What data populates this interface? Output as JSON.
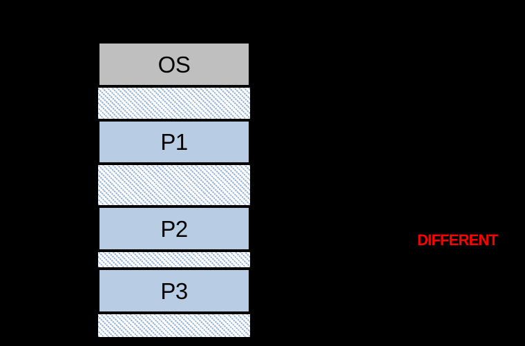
{
  "diagram": {
    "blocks": [
      {
        "label": "OS",
        "type": "os-block"
      },
      {
        "label": "",
        "type": "free-hole"
      },
      {
        "label": "P1",
        "type": "process-block"
      },
      {
        "label": "",
        "type": "free-hole"
      },
      {
        "label": "P2",
        "type": "process-block"
      },
      {
        "label": "",
        "type": "free-hole"
      },
      {
        "label": "P3",
        "type": "process-block"
      },
      {
        "label": "",
        "type": "free-hole"
      }
    ]
  },
  "annotation": {
    "label": "DIFFERENT"
  },
  "colors": {
    "background": "#000000",
    "os_fill": "#BFBFBF",
    "process_fill": "#B8CCE4",
    "hatch_foreground": "#95B3D7",
    "hatch_background": "#FFFFFF",
    "border": "#000000",
    "label_text": "#000000",
    "annotation_color": "#FF0000"
  }
}
